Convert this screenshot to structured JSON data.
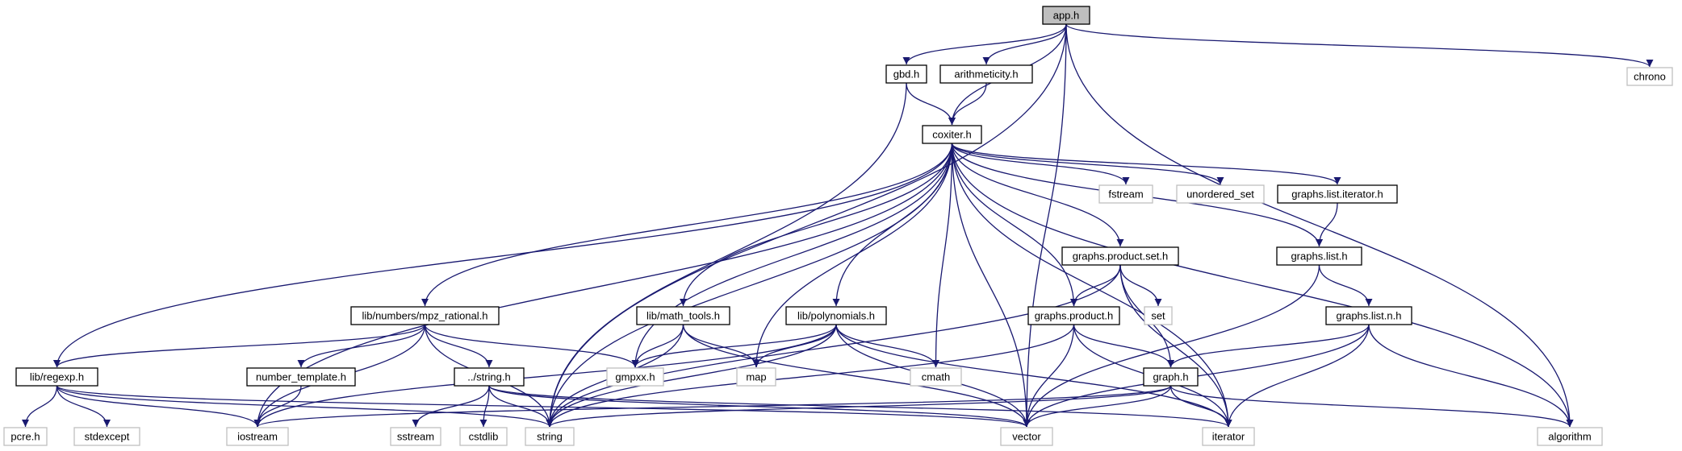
{
  "graph": {
    "edge_color": "#191970",
    "root_fill": "#bfbfbf",
    "external_border": "#bfbfbf",
    "nodes": [
      {
        "id": "app",
        "label": "app.h",
        "kind": "root"
      },
      {
        "id": "gbd",
        "label": "gbd.h",
        "kind": "internal"
      },
      {
        "id": "arith",
        "label": "arithmeticity.h",
        "kind": "internal"
      },
      {
        "id": "chrono",
        "label": "chrono",
        "kind": "external"
      },
      {
        "id": "coxiter",
        "label": "coxiter.h",
        "kind": "internal"
      },
      {
        "id": "fstream",
        "label": "fstream",
        "kind": "external"
      },
      {
        "id": "unordered_set",
        "label": "unordered_set",
        "kind": "external"
      },
      {
        "id": "gl_iter",
        "label": "graphs.list.iterator.h",
        "kind": "internal"
      },
      {
        "id": "gps",
        "label": "graphs.product.set.h",
        "kind": "internal"
      },
      {
        "id": "gl",
        "label": "graphs.list.h",
        "kind": "internal"
      },
      {
        "id": "mpz",
        "label": "lib/numbers/mpz_rational.h",
        "kind": "internal"
      },
      {
        "id": "mathtools",
        "label": "lib/math_tools.h",
        "kind": "internal"
      },
      {
        "id": "poly",
        "label": "lib/polynomials.h",
        "kind": "internal"
      },
      {
        "id": "gp",
        "label": "graphs.product.h",
        "kind": "internal"
      },
      {
        "id": "set",
        "label": "set",
        "kind": "external"
      },
      {
        "id": "gln",
        "label": "graphs.list.n.h",
        "kind": "internal"
      },
      {
        "id": "regexp",
        "label": "lib/regexp.h",
        "kind": "internal"
      },
      {
        "id": "numtpl",
        "label": "number_template.h",
        "kind": "internal"
      },
      {
        "id": "dstring",
        "label": "../string.h",
        "kind": "internal"
      },
      {
        "id": "gmpxx",
        "label": "gmpxx.h",
        "kind": "external"
      },
      {
        "id": "map",
        "label": "map",
        "kind": "external"
      },
      {
        "id": "cmath",
        "label": "cmath",
        "kind": "external"
      },
      {
        "id": "graph",
        "label": "graph.h",
        "kind": "internal"
      },
      {
        "id": "pcre",
        "label": "pcre.h",
        "kind": "external"
      },
      {
        "id": "stdexcept",
        "label": "stdexcept",
        "kind": "external"
      },
      {
        "id": "iostream",
        "label": "iostream",
        "kind": "external"
      },
      {
        "id": "string",
        "label": "string",
        "kind": "external"
      },
      {
        "id": "sstream",
        "label": "sstream",
        "kind": "external"
      },
      {
        "id": "cstdlib",
        "label": "cstdlib",
        "kind": "external"
      },
      {
        "id": "vector",
        "label": "vector",
        "kind": "external"
      },
      {
        "id": "iterator",
        "label": "iterator",
        "kind": "external"
      },
      {
        "id": "algorithm",
        "label": "algorithm",
        "kind": "external"
      }
    ],
    "edges": [
      [
        "app",
        "gbd"
      ],
      [
        "app",
        "arith"
      ],
      [
        "app",
        "coxiter"
      ],
      [
        "app",
        "chrono"
      ],
      [
        "app",
        "string"
      ],
      [
        "app",
        "vector"
      ],
      [
        "app",
        "algorithm"
      ],
      [
        "gbd",
        "coxiter"
      ],
      [
        "gbd",
        "string"
      ],
      [
        "arith",
        "coxiter"
      ],
      [
        "coxiter",
        "fstream"
      ],
      [
        "coxiter",
        "unordered_set"
      ],
      [
        "coxiter",
        "gl_iter"
      ],
      [
        "coxiter",
        "gl"
      ],
      [
        "coxiter",
        "gps"
      ],
      [
        "coxiter",
        "gp"
      ],
      [
        "coxiter",
        "mpz"
      ],
      [
        "coxiter",
        "mathtools"
      ],
      [
        "coxiter",
        "poly"
      ],
      [
        "coxiter",
        "regexp"
      ],
      [
        "coxiter",
        "gmpxx"
      ],
      [
        "coxiter",
        "map"
      ],
      [
        "coxiter",
        "cmath"
      ],
      [
        "coxiter",
        "vector"
      ],
      [
        "coxiter",
        "string"
      ],
      [
        "coxiter",
        "iostream"
      ],
      [
        "coxiter",
        "iterator"
      ],
      [
        "coxiter",
        "algorithm"
      ],
      [
        "gl_iter",
        "gl"
      ],
      [
        "gl",
        "gln"
      ],
      [
        "gl",
        "vector"
      ],
      [
        "gps",
        "gp"
      ],
      [
        "gps",
        "set"
      ],
      [
        "gps",
        "graph"
      ],
      [
        "gps",
        "iterator"
      ],
      [
        "gps",
        "string"
      ],
      [
        "gp",
        "graph"
      ],
      [
        "gp",
        "vector"
      ],
      [
        "gp",
        "string"
      ],
      [
        "gp",
        "iterator"
      ],
      [
        "gln",
        "graph"
      ],
      [
        "gln",
        "vector"
      ],
      [
        "gln",
        "iterator"
      ],
      [
        "gln",
        "algorithm"
      ],
      [
        "mpz",
        "regexp"
      ],
      [
        "mpz",
        "numtpl"
      ],
      [
        "mpz",
        "dstring"
      ],
      [
        "mpz",
        "gmpxx"
      ],
      [
        "mpz",
        "iostream"
      ],
      [
        "mpz",
        "string"
      ],
      [
        "mathtools",
        "gmpxx"
      ],
      [
        "mathtools",
        "map"
      ],
      [
        "mathtools",
        "string"
      ],
      [
        "mathtools",
        "vector"
      ],
      [
        "poly",
        "gmpxx"
      ],
      [
        "poly",
        "map"
      ],
      [
        "poly",
        "cmath"
      ],
      [
        "poly",
        "iostream"
      ],
      [
        "poly",
        "string"
      ],
      [
        "poly",
        "vector"
      ],
      [
        "poly",
        "iterator"
      ],
      [
        "regexp",
        "pcre"
      ],
      [
        "regexp",
        "stdexcept"
      ],
      [
        "regexp",
        "iostream"
      ],
      [
        "regexp",
        "string"
      ],
      [
        "regexp",
        "vector"
      ],
      [
        "numtpl",
        "iostream"
      ],
      [
        "dstring",
        "sstream"
      ],
      [
        "dstring",
        "cstdlib"
      ],
      [
        "dstring",
        "string"
      ],
      [
        "dstring",
        "vector"
      ],
      [
        "dstring",
        "iterator"
      ],
      [
        "graph",
        "iostream"
      ],
      [
        "graph",
        "string"
      ],
      [
        "graph",
        "vector"
      ],
      [
        "graph",
        "iterator"
      ],
      [
        "graph",
        "algorithm"
      ]
    ]
  }
}
